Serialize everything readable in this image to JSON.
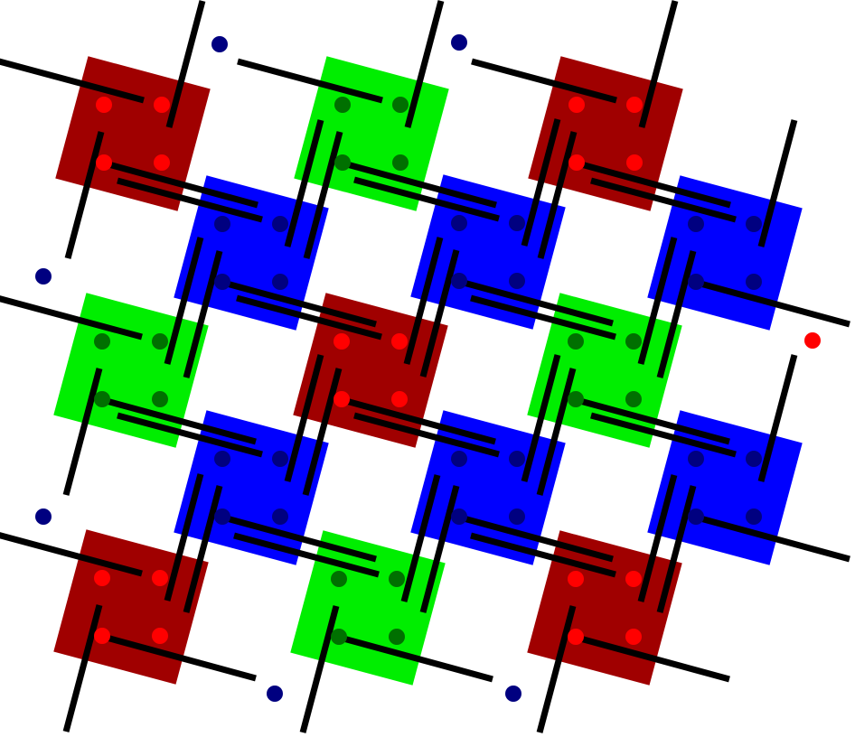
{
  "colors": {
    "background": "#ffffff",
    "line": "#000000",
    "red_square": "#a00000",
    "red_dot": "#ff0000",
    "green_square": "#00ee00",
    "green_dot": "#007000",
    "blue_square": "#0000ff",
    "blue_dot": "#000080",
    "navy_dot": "#000080"
  },
  "diagram": {
    "description_visible_text": "",
    "grid": {
      "rows": [
        [
          "red",
          "green",
          "red"
        ],
        [
          "blue",
          "blue",
          "blue"
        ],
        [
          "green",
          "red",
          "green"
        ],
        [
          "blue",
          "blue",
          "blue"
        ],
        [
          "red",
          "green",
          "red"
        ]
      ]
    },
    "loose_dots": [
      {
        "color": "navy"
      },
      {
        "color": "navy"
      },
      {
        "color": "navy"
      },
      {
        "color": "navy"
      },
      {
        "color": "navy"
      },
      {
        "color": "navy"
      },
      {
        "color": "red"
      }
    ]
  }
}
